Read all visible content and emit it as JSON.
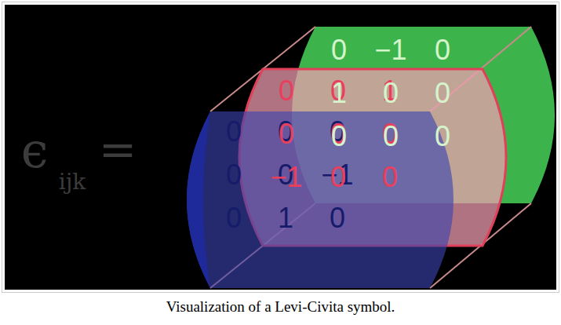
{
  "diagram": {
    "caption": "Visualization of a Levi-Civita symbol.",
    "labels": [
      "ϵ",
      "ijk",
      "=",
      "0",
      "0",
      "0",
      "0",
      "0",
      "−1",
      "0",
      "1",
      "0",
      "0",
      "0",
      "1",
      "0",
      "0",
      "0",
      "−1",
      "0",
      "0",
      "0",
      "−1",
      "0",
      "1",
      "0",
      "0",
      "0",
      "0",
      "0"
    ]
  }
}
